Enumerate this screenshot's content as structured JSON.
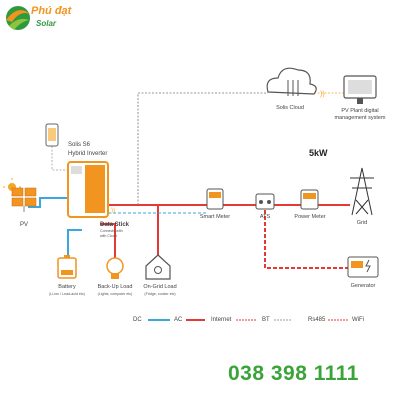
{
  "brand": {
    "line1": "Phú đạt",
    "line2": "Solar"
  },
  "inverter": {
    "line1": "Solis S6",
    "line2": "Hybrid Inverter"
  },
  "datastick": {
    "line1": "Data Stick",
    "line2": "Connects with",
    "line3": "with Cloud"
  },
  "nodes": {
    "pv": "PV",
    "battery": {
      "title": "Battery",
      "sub": "(Li-ion / Lead-acid etc)"
    },
    "backup": {
      "title": "Back-Up Load",
      "sub": "(Lights, computer etc)"
    },
    "ongrid": {
      "title": "On-Grid Load",
      "sub": "(Fridge, cooker etc)"
    },
    "smart_meter": "Smart Meter",
    "ats": "ATS",
    "power_meter": "Power Meter",
    "grid": "Grid",
    "generator": "Generator",
    "cloud": "Solis Cloud",
    "pv_plant": {
      "line1": "PV Plant digital",
      "line2": "management system"
    }
  },
  "power_rating": "5kW",
  "legend": {
    "dc": "DC",
    "ac": "AC",
    "internet": "Internet",
    "bt": "BT",
    "rs485": "Rs485",
    "wifi": "WiFi"
  },
  "colors": {
    "dc": "#3aa7df",
    "ac": "#e53935",
    "internet": "#e53935",
    "bt": "#9e9e9e",
    "rs485": "#3aa7df",
    "wifi": "#f5a623",
    "brand_orange": "#f29420",
    "brand_green": "#2f9a3d"
  },
  "phone": "038 398 1111"
}
